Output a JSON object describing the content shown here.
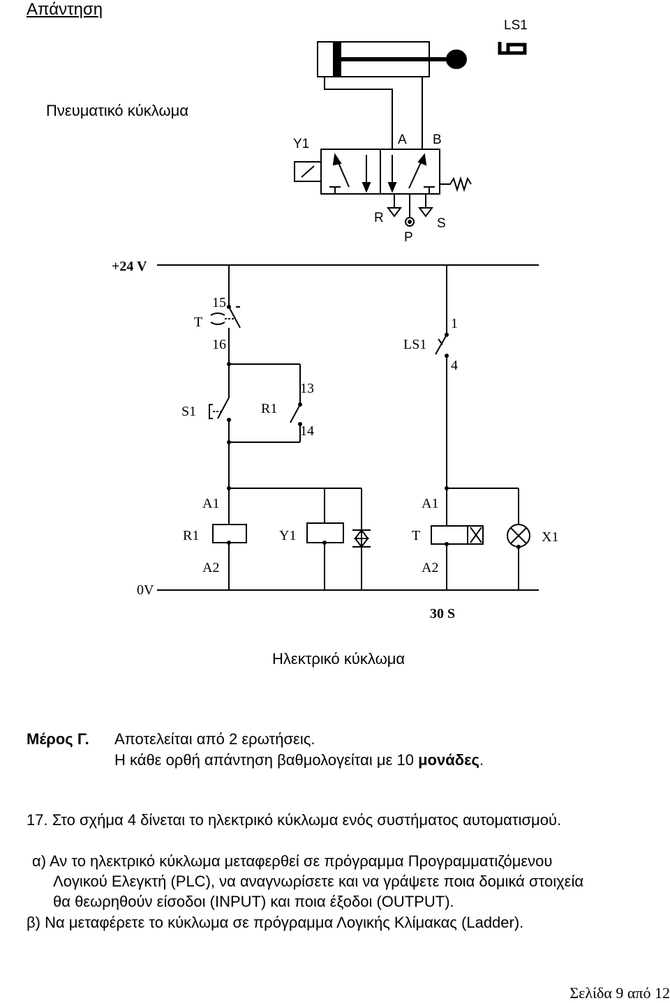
{
  "heading": "Απάντηση",
  "pneumatic": {
    "caption": "Πνευματικό κύκλωμα",
    "labels": {
      "ls1": "LS1",
      "y1": "Y1",
      "a": "A",
      "b": "B",
      "r": "R",
      "s": "S",
      "p": "P"
    }
  },
  "electric": {
    "caption": "Ηλεκτρικό κύκλωμα",
    "labels": {
      "v24": "+24 V",
      "v0": "0V",
      "n15": "15",
      "t": "T",
      "n16": "16",
      "s1": "S1",
      "r1": "R1",
      "n13": "13",
      "n14": "14",
      "n1": "1",
      "ls1": "LS1",
      "n4": "4",
      "a1_left": "A1",
      "r1_coil": "R1",
      "a2_left": "A2",
      "y1": "Y1",
      "a1_right": "A1",
      "t_coil": "T",
      "a2_right": "A2",
      "x1": "X1",
      "time": "30 S"
    }
  },
  "part": {
    "title": "Μέρος Γ.",
    "line1": "Αποτελείται από 2 ερωτήσεις.",
    "line2_prefix": "Η κάθε ορθή απάντηση βαθμολογείται με 10 ",
    "line2_bold": "μονάδες",
    "line2_suffix": "."
  },
  "question17": {
    "intro": "17. Στο σχήμα 4 δίνεται το ηλεκτρικό κύκλωμα ενός συστήματος αυτοματισμού.",
    "a_line1": "α) Αν το ηλεκτρικό κύκλωμα μεταφερθεί σε πρόγραμμα Προγραμματιζόμενου",
    "a_line2": "Λογικού Ελεγκτή (PLC), να αναγνωρίσετε και να γράψετε ποια δομικά στοιχεία",
    "a_line3": "θα θεωρηθούν είσοδοι (INPUT) και ποια έξοδοι (OUTPUT).",
    "b_line": "β) Να μεταφέρετε το κύκλωμα σε πρόγραμμα Λογικής Κλίμακας (Ladder)."
  },
  "footer": "Σελίδα 9 από 12"
}
